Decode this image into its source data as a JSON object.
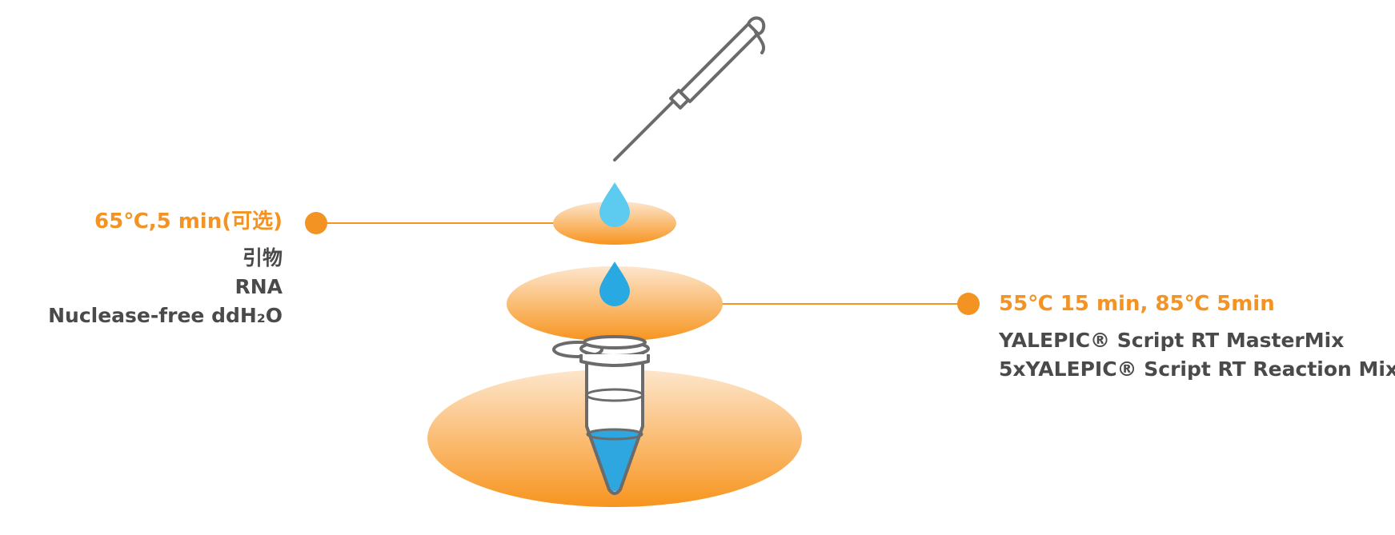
{
  "colors": {
    "accent": "#f39323",
    "disc_light": "#fde3c4",
    "disc_dark": "#f7941e",
    "droplet_light": "#5ccbef",
    "droplet_dark": "#29a9e1",
    "liquid": "#2ea7e0",
    "outline": "#6b6b6b",
    "text": "#4a4a4a"
  },
  "icons": [
    "pipette-icon",
    "droplet-icon",
    "droplet-icon",
    "microcentrifuge-tube-icon"
  ],
  "left_step": {
    "title": "65℃,5 min(可选)",
    "reagents": [
      "引物",
      "RNA",
      "Nuclease-free ddH₂O"
    ]
  },
  "right_step": {
    "title": "55℃ 15 min, 85℃ 5min",
    "reagents": [
      "YALEPIC® Script RT MasterMix",
      "5xYALEPIC® Script RT Reaction Mix"
    ]
  }
}
